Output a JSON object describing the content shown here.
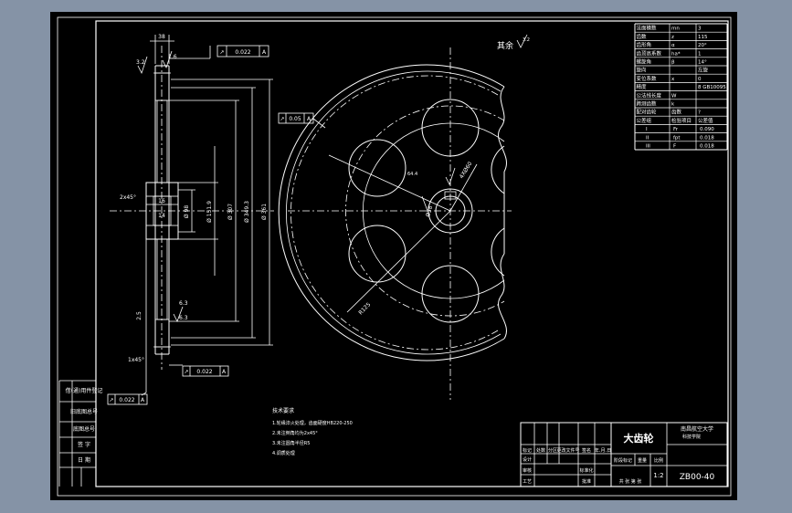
{
  "drawing": {
    "title": "大齿轮",
    "school": "南昌航空大学",
    "school_sub": "科技学院",
    "drawing_number": "ZB00-40",
    "scale": "1:2",
    "surface_note": "其余",
    "roughness_rest": "3.2"
  },
  "params": {
    "rows": [
      [
        "法面模数",
        "mn",
        "3"
      ],
      [
        "齿数",
        "z",
        "115"
      ],
      [
        "齿形角",
        "α",
        "20°"
      ],
      [
        "齿顶高系数",
        "ha*",
        "1"
      ],
      [
        "螺旋角",
        "β",
        "14°"
      ],
      [
        "旋向",
        "",
        "左旋"
      ],
      [
        "变位系数",
        "x",
        "0"
      ],
      [
        "精度",
        "",
        "8 GB10095"
      ],
      [
        "公法线长度",
        "W",
        ""
      ],
      [
        "跨测齿数",
        "k",
        ""
      ],
      [
        "配对齿轮",
        "齿数",
        "?"
      ]
    ],
    "tolerance_group_header": "公差组",
    "tolerance_header_b": "检验项目",
    "tolerance_header_c": "公差值",
    "tolerance_groups": [
      [
        "I",
        "Fr",
        "0.090"
      ],
      [
        "II",
        "fpt",
        "0.018"
      ],
      [
        "III",
        "F",
        "0.018"
      ]
    ]
  },
  "dimensions": {
    "hub_width": "38",
    "tol_top": "0.022",
    "tol_bottom": "0.022",
    "tol_side": "0.022",
    "tol_runout": "0.05",
    "datum": "A",
    "chamfer_left": "2x45°",
    "chamfer_bottom": "1x45°",
    "bore": "Ø58",
    "keyway": "16",
    "dia_hub": "Ø 98",
    "dia_web_inner": "Ø 151.9",
    "dia_web_outer": "Ø 307",
    "dia_root": "Ø 349.3",
    "dia_tip": "Ø 361",
    "web_thickness": "14",
    "rim_gap": "2.5",
    "holes": "4XØ60",
    "hole_circle": "R125",
    "keyway_depth": "64.4",
    "roughness_tooth": "1.6",
    "roughness_left": "3.2",
    "roughness_right": "6.3",
    "roughness_bottom": "6.3"
  },
  "tech_req": {
    "title": "技术要求",
    "items": [
      "1.轮缘淬火处理，齿面硬度HB220-250",
      "2.未注倒角均为2x45°",
      "3.未注圆角半径R5",
      "4.调质处理"
    ]
  },
  "title_block": {
    "col_labels": [
      "标记",
      "处数",
      "分区",
      "更改文件号",
      "签名",
      "年.月.日"
    ],
    "row_labels": [
      "设计",
      "审核",
      "工艺"
    ],
    "std_label": "标准化",
    "approve_label": "批准",
    "stage_label": "阶段标记",
    "weight_label": "重量",
    "scale_label": "比例",
    "sheet_label": "共 张 第 张"
  },
  "left_strip": {
    "items": [
      "借(通)用件登记",
      "",
      "旧底图总号",
      "底图总号",
      "签 字",
      "日 期"
    ]
  }
}
